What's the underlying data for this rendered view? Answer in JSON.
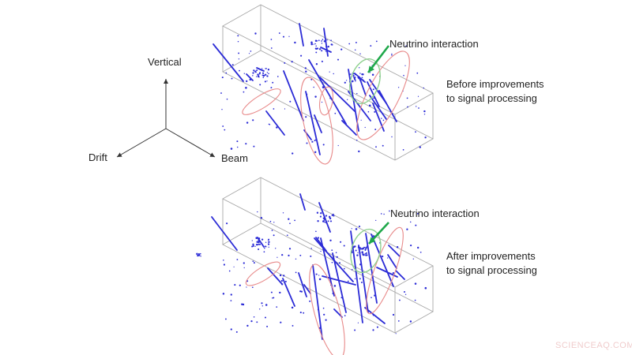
{
  "axes": {
    "vertical": "Vertical",
    "drift": "Drift",
    "beam": "Beam"
  },
  "panels": [
    {
      "id": "before",
      "annotation": "Neutrino interaction",
      "caption_line1": "Before improvements",
      "caption_line2": "to signal processing"
    },
    {
      "id": "after",
      "annotation": "Neutrino interaction",
      "caption_line1": "After improvements",
      "caption_line2": "to signal processing"
    }
  ],
  "watermark": "SCIENCEAQ.COM",
  "colors": {
    "track": "#2b2bd6",
    "detector_box": "#a8a8a8",
    "noise_highlight": "#e88a8a",
    "neutrino_highlight": "#8fd18f",
    "annotation_arrow": "#1fa84a",
    "axis": "#333333"
  }
}
